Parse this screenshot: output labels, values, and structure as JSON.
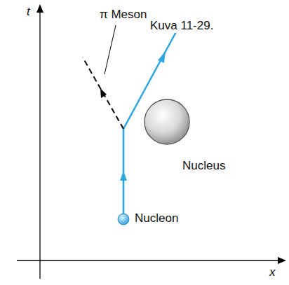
{
  "diagram": {
    "labels": [
      "t",
      "x",
      "π Meson",
      "Kuva 11-29.",
      "Nucleus",
      "Nucleon"
    ]
  }
}
